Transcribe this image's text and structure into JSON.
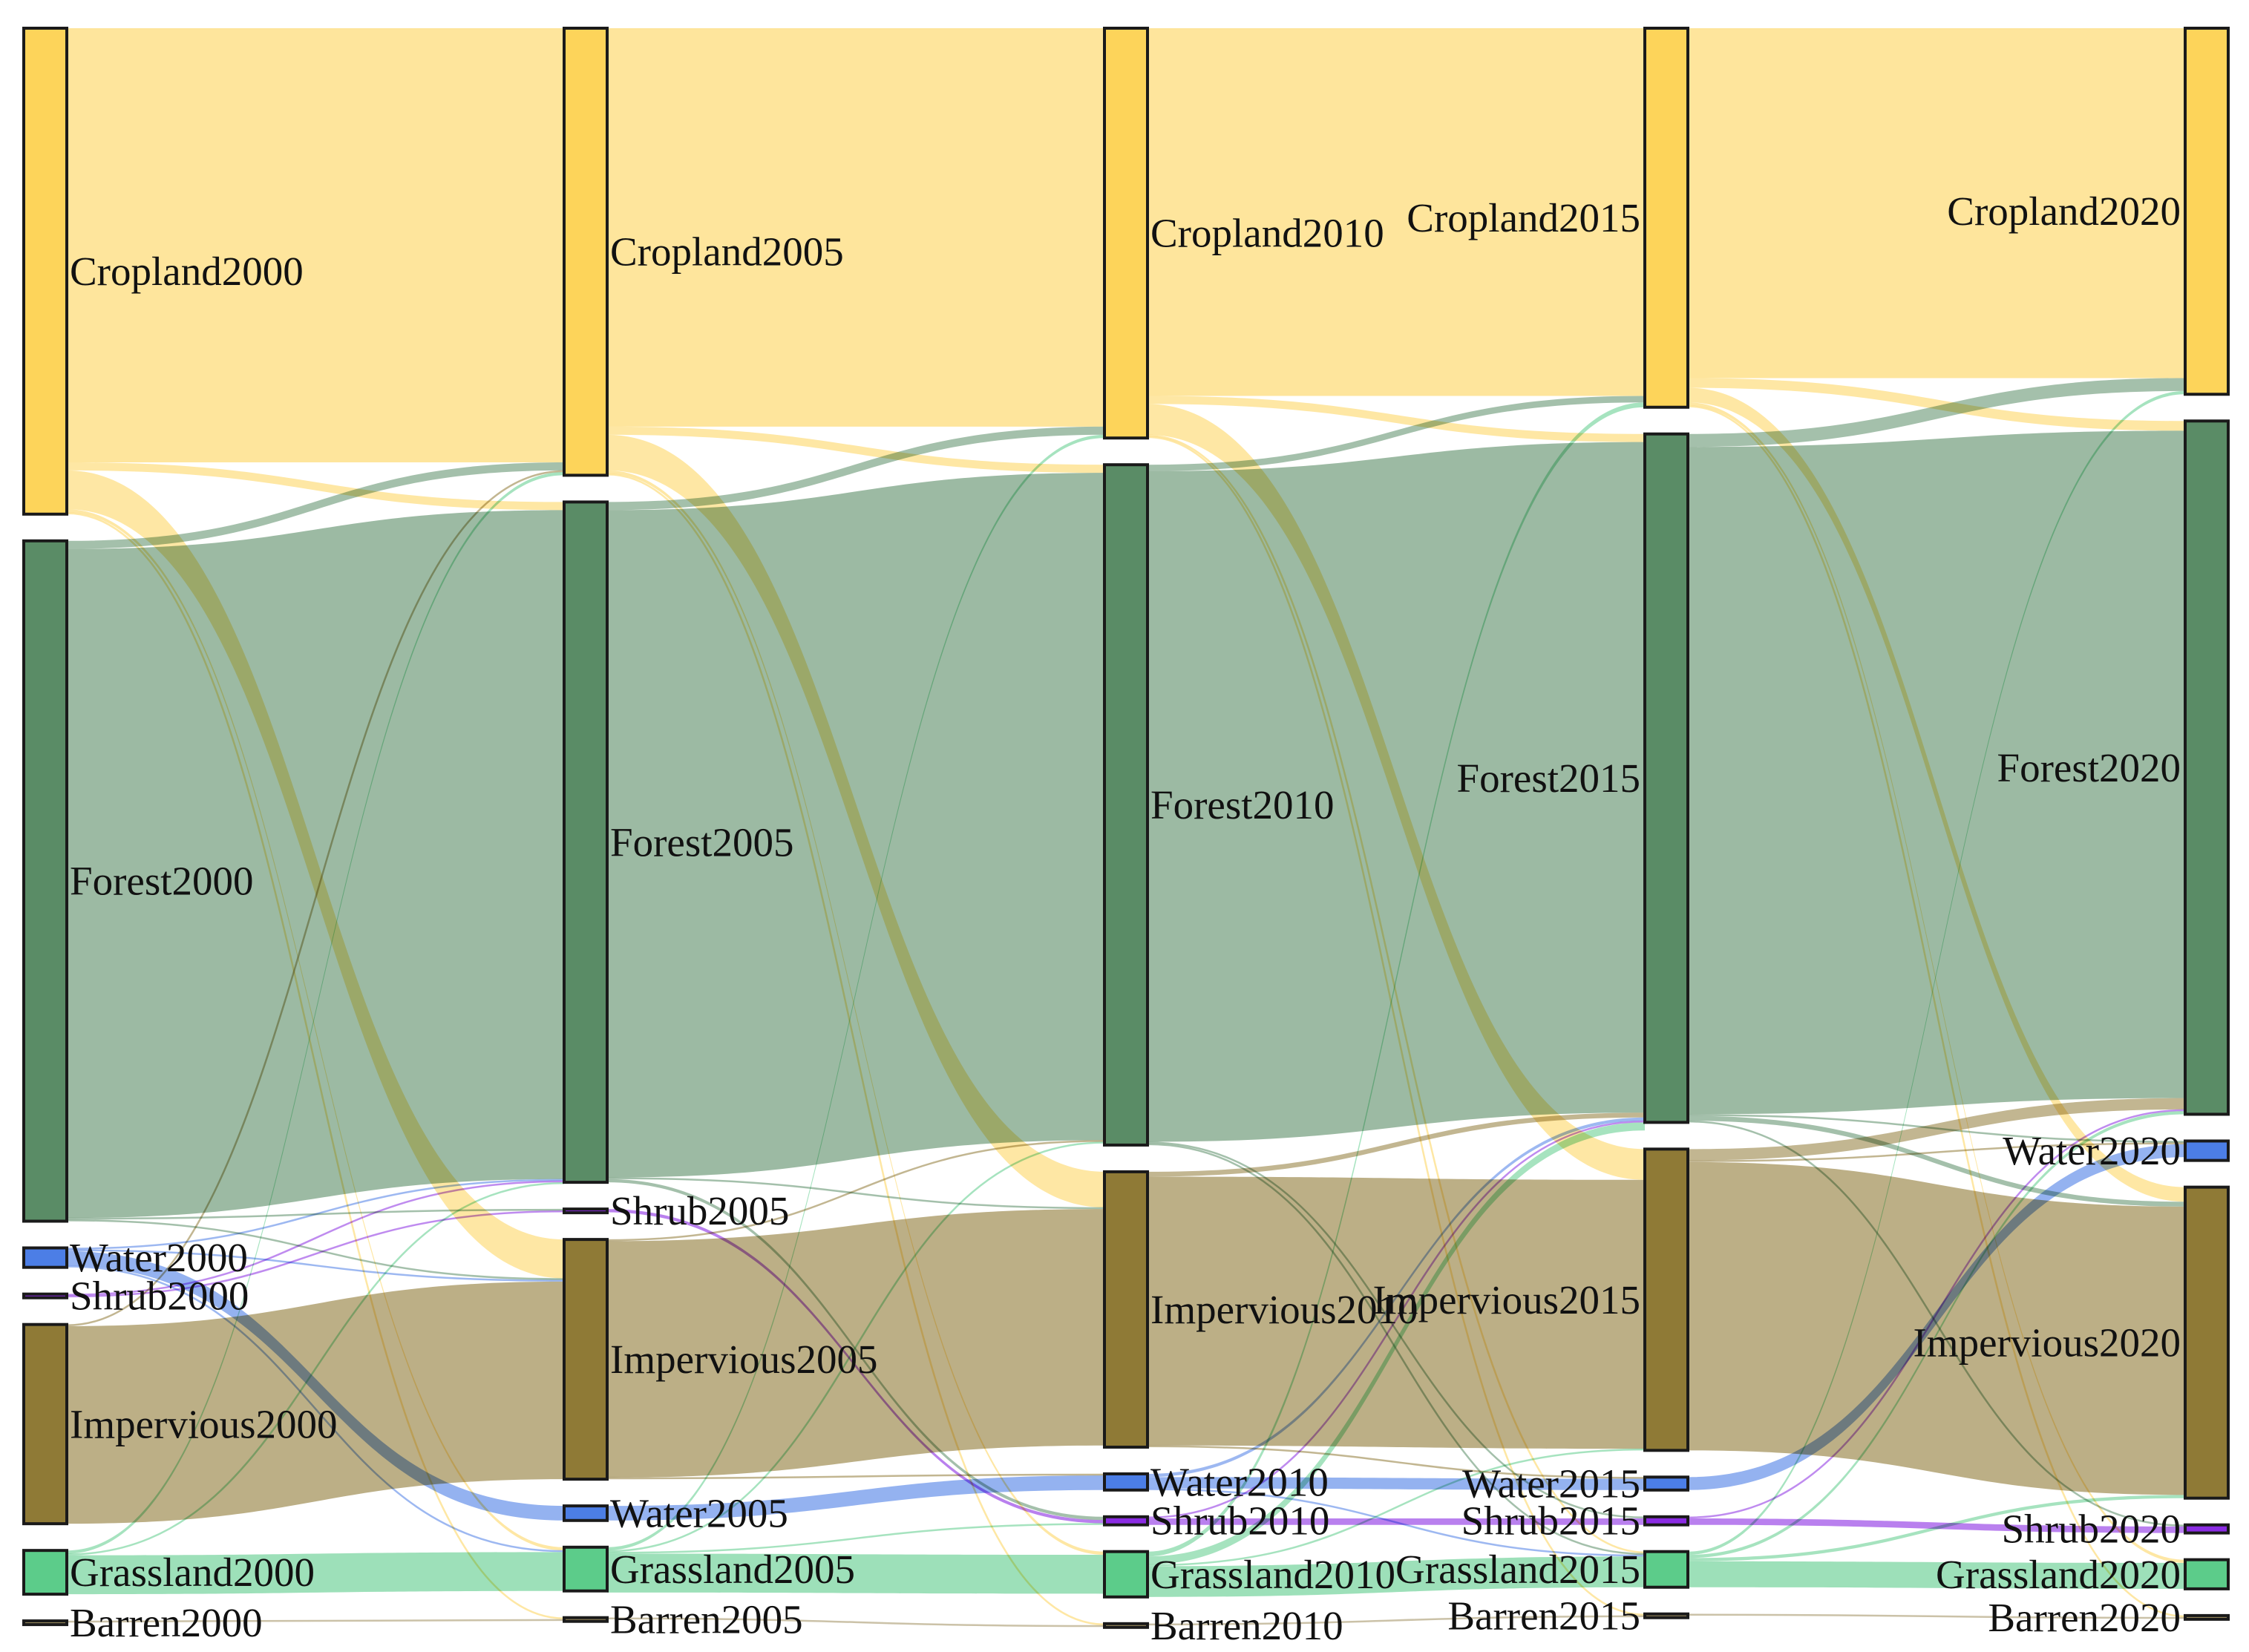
{
  "chart_data": {
    "type": "sankey",
    "title": "",
    "colors": {
      "Cropland": "#fdd45a",
      "Forest": "#5a8c66",
      "Water": "#4c7ee6",
      "Shrub": "#8a2be2",
      "Impervious": "#8f7a36",
      "Grassland": "#5ccc8a",
      "Barren": "#a09060"
    },
    "columns": [
      {
        "year": "2000",
        "nodes": [
          {
            "id": "Cropland2000",
            "label": "Cropland2000",
            "class": "Cropland",
            "value": 30.0
          },
          {
            "id": "Forest2000",
            "label": "Forest2000",
            "class": "Forest",
            "value": 42.0
          },
          {
            "id": "Water2000",
            "label": "Water2000",
            "class": "Water",
            "value": 1.2
          },
          {
            "id": "Shrub2000",
            "label": "Shrub2000",
            "class": "Shrub",
            "value": 0.2
          },
          {
            "id": "Impervious2000",
            "label": "Impervious2000",
            "class": "Impervious",
            "value": 12.3
          },
          {
            "id": "Grassland2000",
            "label": "Grassland2000",
            "class": "Grassland",
            "value": 2.7
          },
          {
            "id": "Barren2000",
            "label": "Barren2000",
            "class": "Barren",
            "value": 0.1
          }
        ]
      },
      {
        "year": "2005",
        "nodes": [
          {
            "id": "Cropland2005",
            "label": "Cropland2005",
            "class": "Cropland",
            "value": 27.6
          },
          {
            "id": "Forest2005",
            "label": "Forest2005",
            "class": "Forest",
            "value": 42.0
          },
          {
            "id": "Shrub2005",
            "label": "Shrub2005",
            "class": "Shrub",
            "value": 0.2
          },
          {
            "id": "Impervious2005",
            "label": "Impervious2005",
            "class": "Impervious",
            "value": 14.8
          },
          {
            "id": "Water2005",
            "label": "Water2005",
            "class": "Water",
            "value": 0.9
          },
          {
            "id": "Grassland2005",
            "label": "Grassland2005",
            "class": "Grassland",
            "value": 2.7
          },
          {
            "id": "Barren2005",
            "label": "Barren2005",
            "class": "Barren",
            "value": 0.1
          }
        ]
      },
      {
        "year": "2010",
        "nodes": [
          {
            "id": "Cropland2010",
            "label": "Cropland2010",
            "class": "Cropland",
            "value": 25.3
          },
          {
            "id": "Forest2010",
            "label": "Forest2010",
            "class": "Forest",
            "value": 42.0
          },
          {
            "id": "Impervious2010",
            "label": "Impervious2010",
            "class": "Impervious",
            "value": 17.0
          },
          {
            "id": "Water2010",
            "label": "Water2010",
            "class": "Water",
            "value": 1.0
          },
          {
            "id": "Shrub2010",
            "label": "Shrub2010",
            "class": "Shrub",
            "value": 0.5
          },
          {
            "id": "Grassland2010",
            "label": "Grassland2010",
            "class": "Grassland",
            "value": 2.8
          },
          {
            "id": "Barren2010",
            "label": "Barren2010",
            "class": "Barren",
            "value": 0.1
          }
        ]
      },
      {
        "year": "2015",
        "nodes": [
          {
            "id": "Cropland2015",
            "label": "Cropland2015",
            "class": "Cropland",
            "value": 23.4
          },
          {
            "id": "Forest2015",
            "label": "Forest2015",
            "class": "Forest",
            "value": 42.5
          },
          {
            "id": "Impervious2015",
            "label": "Impervious2015",
            "class": "Impervious",
            "value": 18.6
          },
          {
            "id": "Water2015",
            "label": "Water2015",
            "class": "Water",
            "value": 0.8
          },
          {
            "id": "Shrub2015",
            "label": "Shrub2015",
            "class": "Shrub",
            "value": 0.5
          },
          {
            "id": "Grassland2015",
            "label": "Grassland2015",
            "class": "Grassland",
            "value": 2.2
          },
          {
            "id": "Barren2015",
            "label": "Barren2015",
            "class": "Barren",
            "value": 0.1
          }
        ]
      },
      {
        "year": "2020",
        "nodes": [
          {
            "id": "Cropland2020",
            "label": "Cropland2020",
            "class": "Cropland",
            "value": 22.6
          },
          {
            "id": "Forest2020",
            "label": "Forest2020",
            "class": "Forest",
            "value": 42.8
          },
          {
            "id": "Water2020",
            "label": "Water2020",
            "class": "Water",
            "value": 1.2
          },
          {
            "id": "Impervious2020",
            "label": "Impervious2020",
            "class": "Impervious",
            "value": 19.2
          },
          {
            "id": "Shrub2020",
            "label": "Shrub2020",
            "class": "Shrub",
            "value": 0.5
          },
          {
            "id": "Grassland2020",
            "label": "Grassland2020",
            "class": "Grassland",
            "value": 1.8
          },
          {
            "id": "Barren2020",
            "label": "Barren2020",
            "class": "Barren",
            "value": 0.1
          }
        ]
      }
    ],
    "links": [
      {
        "source": "Cropland2000",
        "target": "Cropland2005",
        "value": 26.8
      },
      {
        "source": "Cropland2000",
        "target": "Forest2005",
        "value": 0.5
      },
      {
        "source": "Cropland2000",
        "target": "Impervious2005",
        "value": 2.4
      },
      {
        "source": "Cropland2000",
        "target": "Grassland2005",
        "value": 0.2
      },
      {
        "source": "Cropland2000",
        "target": "Barren2005",
        "value": 0.1
      },
      {
        "source": "Forest2000",
        "target": "Cropland2005",
        "value": 0.5
      },
      {
        "source": "Forest2000",
        "target": "Forest2005",
        "value": 41.3
      },
      {
        "source": "Forest2000",
        "target": "Shrub2005",
        "value": 0.1
      },
      {
        "source": "Forest2000",
        "target": "Impervious2005",
        "value": 0.1
      },
      {
        "source": "Water2000",
        "target": "Water2005",
        "value": 0.9
      },
      {
        "source": "Water2000",
        "target": "Impervious2005",
        "value": 0.1
      },
      {
        "source": "Water2000",
        "target": "Forest2005",
        "value": 0.1
      },
      {
        "source": "Water2000",
        "target": "Grassland2005",
        "value": 0.1
      },
      {
        "source": "Shrub2000",
        "target": "Shrub2005",
        "value": 0.1
      },
      {
        "source": "Shrub2000",
        "target": "Forest2005",
        "value": 0.1
      },
      {
        "source": "Impervious2000",
        "target": "Impervious2005",
        "value": 12.2
      },
      {
        "source": "Impervious2000",
        "target": "Cropland2005",
        "value": 0.1
      },
      {
        "source": "Grassland2000",
        "target": "Grassland2005",
        "value": 2.4
      },
      {
        "source": "Grassland2000",
        "target": "Cropland2005",
        "value": 0.2
      },
      {
        "source": "Grassland2000",
        "target": "Forest2005",
        "value": 0.1
      },
      {
        "source": "Barren2000",
        "target": "Barren2005",
        "value": 0.1
      },
      {
        "source": "Cropland2005",
        "target": "Cropland2010",
        "value": 24.6
      },
      {
        "source": "Cropland2005",
        "target": "Forest2010",
        "value": 0.5
      },
      {
        "source": "Cropland2005",
        "target": "Impervious2010",
        "value": 2.2
      },
      {
        "source": "Cropland2005",
        "target": "Grassland2010",
        "value": 0.2
      },
      {
        "source": "Cropland2005",
        "target": "Barren2010",
        "value": 0.1
      },
      {
        "source": "Forest2005",
        "target": "Cropland2010",
        "value": 0.5
      },
      {
        "source": "Forest2005",
        "target": "Forest2010",
        "value": 41.2
      },
      {
        "source": "Forest2005",
        "target": "Shrub2010",
        "value": 0.2
      },
      {
        "source": "Forest2005",
        "target": "Impervious2010",
        "value": 0.1
      },
      {
        "source": "Shrub2005",
        "target": "Shrub2010",
        "value": 0.2
      },
      {
        "source": "Impervious2005",
        "target": "Impervious2010",
        "value": 14.6
      },
      {
        "source": "Impervious2005",
        "target": "Forest2010",
        "value": 0.1
      },
      {
        "source": "Impervious2005",
        "target": "Water2010",
        "value": 0.1
      },
      {
        "source": "Water2005",
        "target": "Water2010",
        "value": 0.9
      },
      {
        "source": "Grassland2005",
        "target": "Grassland2010",
        "value": 2.4
      },
      {
        "source": "Grassland2005",
        "target": "Cropland2010",
        "value": 0.2
      },
      {
        "source": "Grassland2005",
        "target": "Forest2010",
        "value": 0.1
      },
      {
        "source": "Grassland2005",
        "target": "Shrub2010",
        "value": 0.1
      },
      {
        "source": "Barren2005",
        "target": "Barren2010",
        "value": 0.1
      },
      {
        "source": "Cropland2010",
        "target": "Cropland2015",
        "value": 22.7
      },
      {
        "source": "Cropland2010",
        "target": "Forest2015",
        "value": 0.5
      },
      {
        "source": "Cropland2010",
        "target": "Impervious2015",
        "value": 1.9
      },
      {
        "source": "Cropland2010",
        "target": "Grassland2015",
        "value": 0.1
      },
      {
        "source": "Cropland2010",
        "target": "Barren2015",
        "value": 0.1
      },
      {
        "source": "Forest2010",
        "target": "Cropland2015",
        "value": 0.4
      },
      {
        "source": "Forest2010",
        "target": "Forest2015",
        "value": 41.4
      },
      {
        "source": "Forest2010",
        "target": "Shrub2015",
        "value": 0.1
      },
      {
        "source": "Forest2010",
        "target": "Grassland2015",
        "value": 0.1
      },
      {
        "source": "Impervious2010",
        "target": "Impervious2015",
        "value": 16.6
      },
      {
        "source": "Impervious2010",
        "target": "Forest2015",
        "value": 0.3
      },
      {
        "source": "Impervious2010",
        "target": "Water2015",
        "value": 0.1
      },
      {
        "source": "Water2010",
        "target": "Water2015",
        "value": 0.7
      },
      {
        "source": "Water2010",
        "target": "Forest2015",
        "value": 0.2
      },
      {
        "source": "Water2010",
        "target": "Grassland2015",
        "value": 0.1
      },
      {
        "source": "Shrub2010",
        "target": "Shrub2015",
        "value": 0.4
      },
      {
        "source": "Shrub2010",
        "target": "Forest2015",
        "value": 0.1
      },
      {
        "source": "Grassland2010",
        "target": "Grassland2015",
        "value": 1.9
      },
      {
        "source": "Grassland2010",
        "target": "Cropland2015",
        "value": 0.3
      },
      {
        "source": "Grassland2010",
        "target": "Forest2015",
        "value": 0.5
      },
      {
        "source": "Grassland2010",
        "target": "Impervious2015",
        "value": 0.1
      },
      {
        "source": "Barren2010",
        "target": "Barren2015",
        "value": 0.1
      },
      {
        "source": "Cropland2015",
        "target": "Cropland2020",
        "value": 21.6
      },
      {
        "source": "Cropland2015",
        "target": "Forest2020",
        "value": 0.6
      },
      {
        "source": "Cropland2015",
        "target": "Impervious2020",
        "value": 0.9
      },
      {
        "source": "Cropland2015",
        "target": "Grassland2020",
        "value": 0.2
      },
      {
        "source": "Cropland2015",
        "target": "Barren2020",
        "value": 0.1
      },
      {
        "source": "Forest2015",
        "target": "Cropland2020",
        "value": 0.8
      },
      {
        "source": "Forest2015",
        "target": "Forest2020",
        "value": 41.2
      },
      {
        "source": "Forest2015",
        "target": "Water2020",
        "value": 0.1
      },
      {
        "source": "Forest2015",
        "target": "Impervious2020",
        "value": 0.3
      },
      {
        "source": "Forest2015",
        "target": "Shrub2020",
        "value": 0.1
      },
      {
        "source": "Impervious2015",
        "target": "Impervious2020",
        "value": 17.8
      },
      {
        "source": "Impervious2015",
        "target": "Forest2020",
        "value": 0.7
      },
      {
        "source": "Impervious2015",
        "target": "Water2020",
        "value": 0.1
      },
      {
        "source": "Water2015",
        "target": "Water2020",
        "value": 0.8
      },
      {
        "source": "Shrub2015",
        "target": "Shrub2020",
        "value": 0.4
      },
      {
        "source": "Shrub2015",
        "target": "Forest2020",
        "value": 0.1
      },
      {
        "source": "Grassland2015",
        "target": "Grassland2020",
        "value": 1.6
      },
      {
        "source": "Grassland2015",
        "target": "Forest2020",
        "value": 0.2
      },
      {
        "source": "Grassland2015",
        "target": "Cropland2020",
        "value": 0.2
      },
      {
        "source": "Grassland2015",
        "target": "Impervious2020",
        "value": 0.2
      },
      {
        "source": "Barren2015",
        "target": "Barren2020",
        "value": 0.1
      }
    ]
  }
}
